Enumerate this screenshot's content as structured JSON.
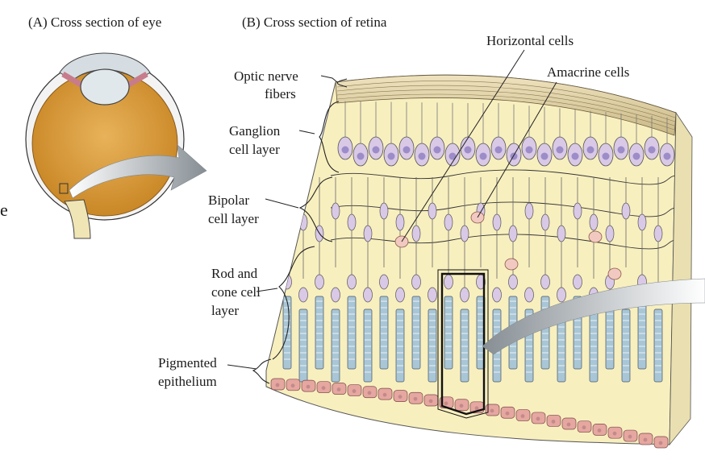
{
  "panels": {
    "a_title": "(A)  Cross section of eye",
    "b_title": "(B)  Cross section of retina"
  },
  "labels": {
    "optic_nerve_1": "Optic nerve",
    "optic_nerve_2": "fibers",
    "ganglion_1": "Ganglion",
    "ganglion_2": "cell layer",
    "bipolar_1": "Bipolar",
    "bipolar_2": "cell layer",
    "rodcone_1": "Rod and",
    "rodcone_2": "cone cell",
    "rodcone_3": "layer",
    "pigment_1": "Pigmented",
    "pigment_2": "epithelium",
    "horizontal": "Horizontal cells",
    "amacrine": "Amacrine cells",
    "edge_glyph": "e"
  },
  "colors": {
    "retina_bg": "#f8efbf",
    "fiber_top": "#d8c9a0",
    "cell_body": "#d9c9e6",
    "nucleus": "#9c8cc8",
    "cone": "#a9c6d6",
    "epithelium": "#e5a7a0",
    "eye_fill": "#d79a3a",
    "arrow": "#8e969b"
  },
  "icons": {
    "eye": "eye-cross-section-icon",
    "arrow": "curved-arrow-icon"
  }
}
